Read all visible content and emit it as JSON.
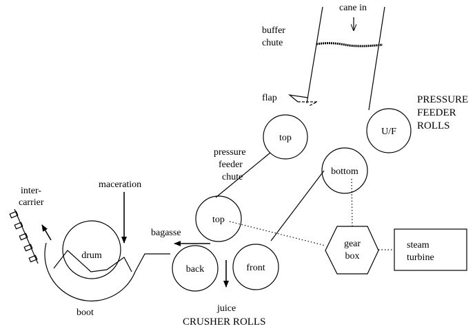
{
  "labels": {
    "cane_in": "cane in",
    "buffer_chute_1": "buffer",
    "buffer_chute_2": "chute",
    "flap": "flap",
    "pressure_feeder_rolls_1": "PRESSURE",
    "pressure_feeder_rolls_2": "FEEDER",
    "pressure_feeder_rolls_3": "ROLLS",
    "pressure_feeder_chute_1": "pressure",
    "pressure_feeder_chute_2": "feeder",
    "pressure_feeder_chute_3": "chute",
    "maceration": "maceration",
    "intercarrier_1": "inter-",
    "intercarrier_2": "carrier",
    "bagasse": "bagasse",
    "boot": "boot",
    "juice": "juice",
    "crusher_rolls": "CRUSHER ROLLS",
    "steam_turbine_1": "steam",
    "steam_turbine_2": "turbine"
  },
  "rolls": {
    "pf_top": "top",
    "pf_uf": "U/F",
    "pf_bottom": "bottom",
    "cr_top": "top",
    "cr_back": "back",
    "cr_front": "front",
    "drum": "drum"
  },
  "gearbox": {
    "line1": "gear",
    "line2": "box"
  }
}
